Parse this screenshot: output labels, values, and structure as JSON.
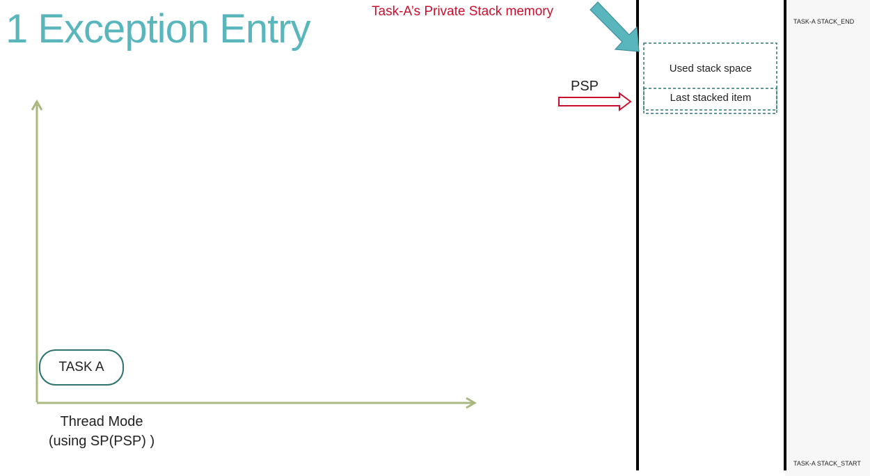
{
  "title": "1 Exception Entry",
  "stack_caption": "Task-A’s Private Stack memory",
  "psp_label": "PSP",
  "task_box_label": "TASK A",
  "mode_label_line1": "Thread Mode",
  "mode_label_line2": "(using SP(PSP) )",
  "stack": {
    "used_label": "Used stack space",
    "last_label": "Last stacked item",
    "end_label": "TASK-A STACK_END",
    "start_label": "TASK-A STACK_START"
  },
  "colors": {
    "title": "#5ab6bd",
    "caption": "#c8102e",
    "axis": "#a8b87e",
    "pointer_arrow": "#5ab6bd",
    "psp_arrow": "#c8102e",
    "dashed_box": "#2e7470"
  }
}
